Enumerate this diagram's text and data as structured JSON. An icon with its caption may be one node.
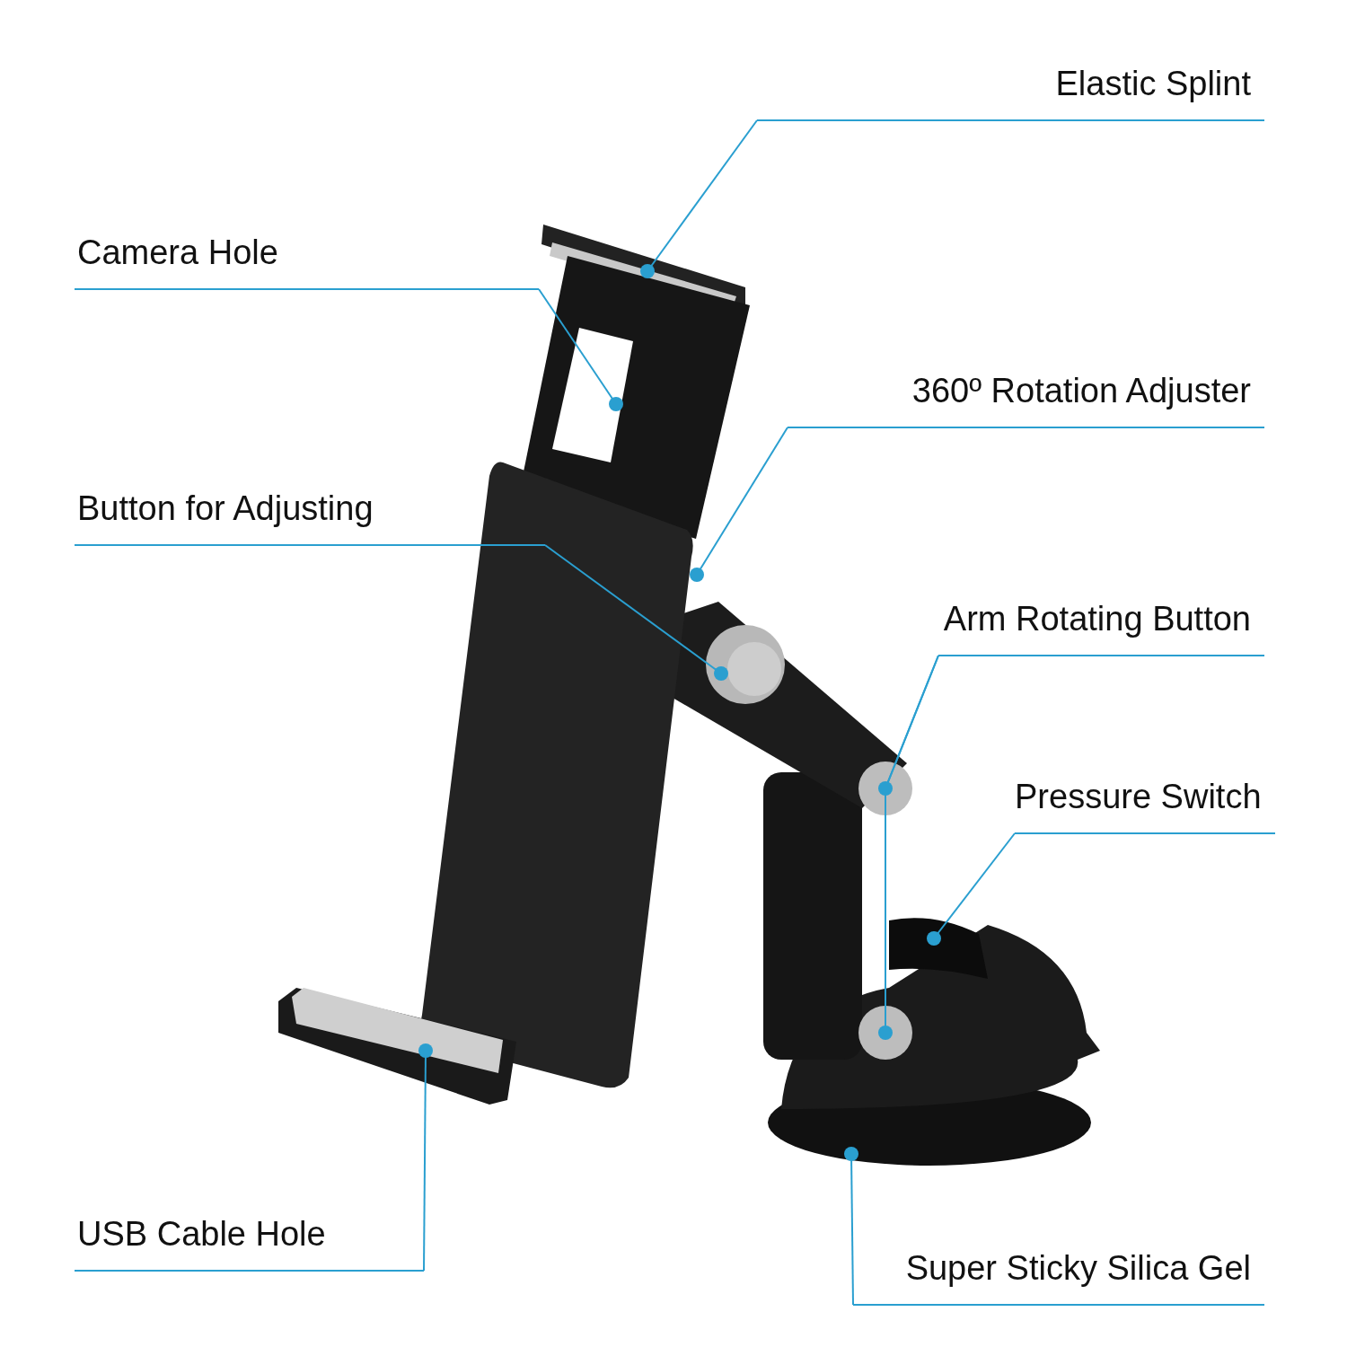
{
  "diagram": {
    "nodes": [
      {
        "text": [
          "Elastic Splint"
        ]
      },
      {
        "text": [
          "Camera Hole"
        ]
      },
      {
        "text": [
          "360º Rotation Adjuster"
        ]
      },
      {
        "text": [
          "Button for Adjusting"
        ]
      },
      {
        "text": [
          "Arm Rotating Button"
        ]
      },
      {
        "text": [
          "Pressure Switch"
        ]
      },
      {
        "text": [
          "USB Cable Hole"
        ]
      },
      {
        "text": [
          "Super Sticky Silica Gel"
        ]
      },
      {
        "text": [],
        "shape": "circle"
      },
      {
        "text": [],
        "shape": "circle"
      },
      {
        "text": [],
        "shape": "circle"
      },
      {
        "text": [],
        "shape": "circle"
      },
      {
        "text": [],
        "shape": "circle"
      },
      {
        "text": [],
        "shape": "circle"
      },
      {
        "text": [],
        "shape": "circle"
      },
      {
        "text": [],
        "shape": "circle"
      },
      {
        "text": [],
        "shape": "circle"
      }
    ],
    "edges": [
      {
        "from": 0,
        "to": 8,
        "arrow": "none"
      },
      {
        "from": 1,
        "to": 9,
        "arrow": "none"
      },
      {
        "from": 2,
        "to": 10,
        "arrow": "none"
      },
      {
        "from": 3,
        "to": 11,
        "arrow": "none"
      },
      {
        "from": 4,
        "to": 12,
        "arrow": "none"
      },
      {
        "from": 4,
        "to": 14,
        "arrow": "none"
      },
      {
        "from": 5,
        "to": 13,
        "arrow": "none"
      },
      {
        "from": 6,
        "to": 15,
        "arrow": "none"
      },
      {
        "from": 7,
        "to": 16,
        "arrow": "none"
      }
    ]
  }
}
